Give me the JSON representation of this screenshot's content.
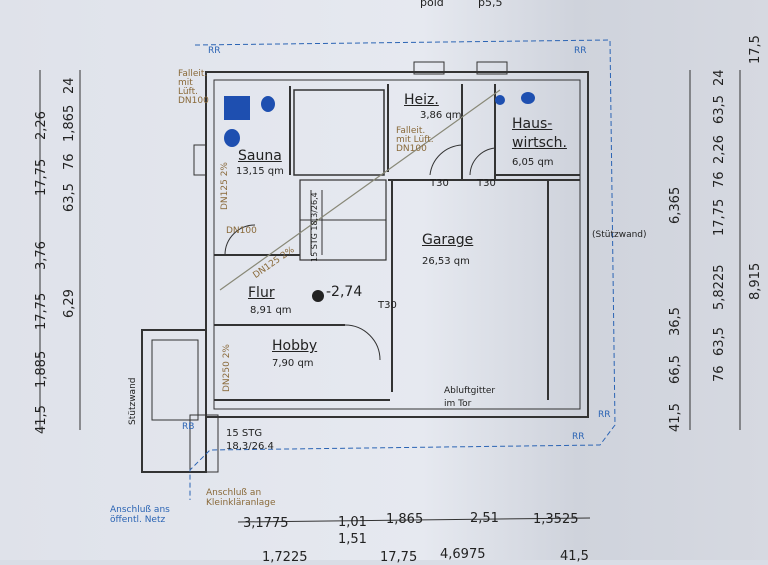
{
  "top_partial": [
    "pold",
    "p5,5"
  ],
  "rooms": {
    "sauna": {
      "name": "Sauna",
      "area": "13,15 qm"
    },
    "heiz": {
      "name": "Heiz.",
      "area": "3,86 qm"
    },
    "hauswirtsch": {
      "name": "Haus-",
      "name2": "wirtsch.",
      "area": "6,05 qm"
    },
    "garage": {
      "name": "Garage",
      "area": "26,53 qm"
    },
    "flur": {
      "name": "Flur",
      "area": "8,91 qm"
    },
    "hobby": {
      "name": "Hobby",
      "area": "7,90 qm"
    }
  },
  "level": "-2,74",
  "doors": [
    "T30",
    "T30",
    "T30"
  ],
  "stairs": {
    "inner": "15 STG 18,3/26,4",
    "outer_1": "15 STG",
    "outer_2": "18,3/26.4"
  },
  "pipes": {
    "falleit_1": [
      "Falleit.",
      "mit",
      "Lüft.",
      "DN100"
    ],
    "falleit_2": [
      "Falleit.",
      "mit Lüft.",
      "DN100"
    ],
    "dn125_a": "DN125 2%",
    "dn100": "DN100",
    "dn125_b": "DN125 2%",
    "dn250": "DN250 2%"
  },
  "labels": {
    "rr": [
      "RR",
      "RR",
      "RR",
      "RR",
      "RB"
    ],
    "stuetzwand_right": "(Stützwand)",
    "stuetzwand_left": "Stützwand",
    "abluft_1": "Abluftgitter",
    "abluft_2": "im Tor",
    "anschluss_public_1": "Anschluß ans",
    "anschluss_public_2": "öffentl. Netz",
    "anschluss_klaer_1": "Anschluß an",
    "anschluss_klaer_2": "Kleinkläranlage"
  },
  "dims_bottom": [
    "3,1775",
    "1,01",
    "1,51",
    "1,865",
    "2,51",
    "1,3525"
  ],
  "dims_bottom_partial": [
    "1,7225",
    "17,75",
    "4,6975",
    "41,5"
  ],
  "dims_left": [
    "24",
    "2,26",
    "1,865",
    "17,75",
    "76",
    "63,5",
    "3,76",
    "6,29",
    "17,75",
    "1,885",
    "41,5"
  ],
  "dims_right": [
    "17,5",
    "24",
    "2,26",
    "6,365",
    "17,75",
    "76",
    "63,5",
    "8,915",
    "5,8225",
    "36,5",
    "66,5",
    "76",
    "63,5",
    "41,5"
  ]
}
